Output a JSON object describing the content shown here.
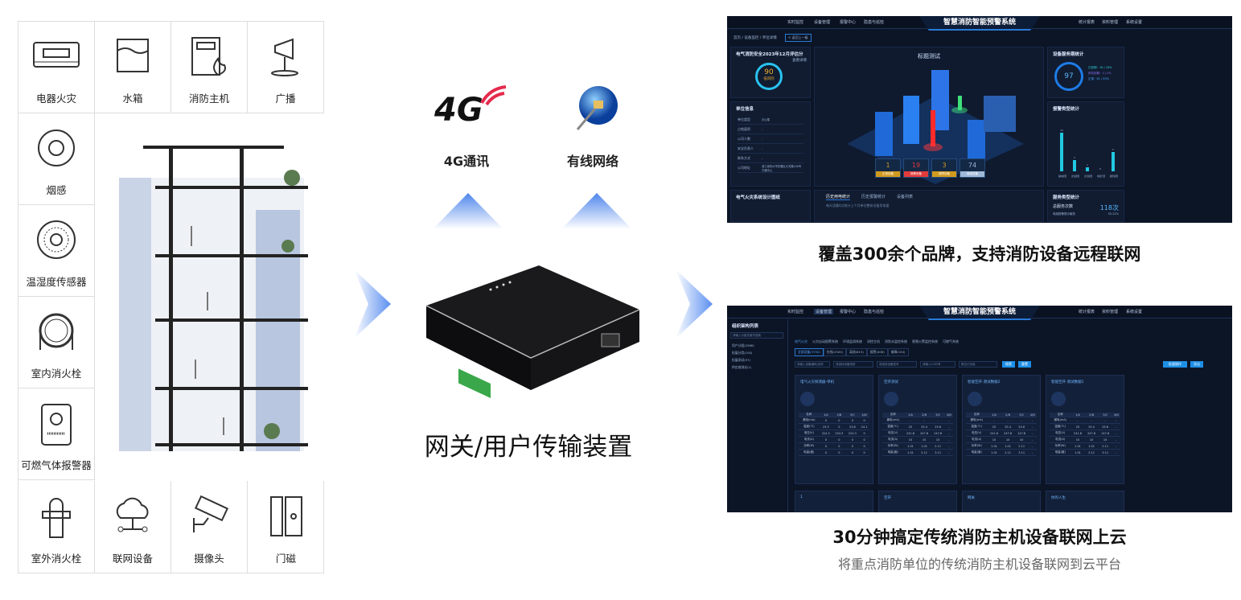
{
  "devices_top": [
    "电器火灾",
    "水箱",
    "消防主机",
    "广播"
  ],
  "devices_left": [
    "烟感",
    "温湿度传感器",
    "室内消火栓",
    "可燃气体报警器"
  ],
  "devices_bottom": [
    "室外消火栓",
    "联网设备",
    "摄像头",
    "门磁"
  ],
  "network": {
    "g4_logo": "4G",
    "g4_label": "4G通讯",
    "wired_label": "有线网络"
  },
  "gateway_label": "网关/用户传输装置",
  "dashboard1": {
    "title": "智慧消防智能预警系统",
    "nav_left": [
      "实时监控",
      "设备管理",
      "报警中心",
      "隐患与巡检"
    ],
    "nav_right": [
      "统计报表",
      "资料管理",
      "系统设置"
    ],
    "breadcrumb": "首页 / 设备监控 / 单位详情",
    "back": "< 返回上一级",
    "score_title": "电气消防安全2023年12月评估分",
    "score_link": "查看详情",
    "score": "90",
    "risk": "低风险",
    "center_title": "标题测试",
    "stats": [
      {
        "value": "1",
        "label": "正常设备",
        "color": "#d19a1e"
      },
      {
        "value": "19",
        "label": "报警设备",
        "color": "#e23b3b"
      },
      {
        "value": "3",
        "label": "故障设备",
        "color": "#d19a1e"
      },
      {
        "value": "74",
        "label": "离线设备",
        "color": "#9fb8d8"
      }
    ],
    "unit_title": "单位信息",
    "unit_rows": [
      [
        "单位类型",
        "办公楼"
      ],
      [
        "占地面积",
        "-"
      ],
      [
        "公司人数",
        "-"
      ],
      [
        "安全负责人",
        "-"
      ],
      [
        "联系方式",
        "-"
      ],
      [
        "公司地址",
        "浙江省杭州市拱墅区大关路100号万通中心"
      ]
    ],
    "design_title": "电气火灾系统设计图纸",
    "tabs": [
      "历史用电统计",
      "历史报警统计",
      "设备列表"
    ],
    "tab_note": "每天凌晨4点统计上个月单位整体设备用电量",
    "ring_title": "设备服务期统计",
    "ring_value": "97",
    "ring_legend": [
      "已到期：16 / 16%",
      "即将到期：0 / 0%",
      "正常：81 / 83%"
    ],
    "alarm_title": "报警类型统计",
    "alarm_bars": [
      {
        "label": "漏电报警",
        "value": 10
      },
      {
        "label": "过温报警",
        "value": 3
      },
      {
        "label": "过流报警",
        "value": 1
      },
      {
        "label": "电弧告警",
        "value": 0
      },
      {
        "label": "故障报警",
        "value": 5
      }
    ],
    "service_title": "服务类型统计",
    "service_label": "总服务次数",
    "service_value": "118次",
    "service_item": "电磁报警提示服务",
    "service_pct": "55.22%"
  },
  "caption1": "覆盖300余个品牌，支持消防设备远程联网",
  "dashboard2": {
    "title": "智慧消防智能预警系统",
    "nav_left": [
      "实时监控",
      "设备管理",
      "报警中心",
      "隐患与巡检"
    ],
    "nav_right": [
      "统计报表",
      "资料管理",
      "系统设置"
    ],
    "tree_title": "组织架构列表",
    "tree_search": "请输入分组关键字搜索",
    "tree": [
      "用户分组(2566)",
      "拓展分类(100)",
      "拓展测试(97)",
      "供应商测试(1)"
    ],
    "tabs": [
      "电气火灾",
      "火灾自动报警系统",
      "环境监测系统",
      "消控主机",
      "消防水监控系统",
      "视频火警监控系统",
      "可燃气系统"
    ],
    "filters": [
      "全部设备(3750)",
      "在线(2500)",
      "离线(615)",
      "报警(406)",
      "故障(150)"
    ],
    "inputs": [
      "请输入设备编码/名称",
      "请选择设备类型",
      "请选择设备型号",
      "请输入CCID号",
      "是否已安装"
    ],
    "search": "搜索",
    "reset": "重置",
    "batch": "批量操作",
    "export": "导出",
    "cards": [
      {
        "name": "电气火灾探测器-单机",
        "cols": [
          "名称",
          "1/A",
          "2/B",
          "3/C",
          "4/N"
        ],
        "rows": [
          [
            "漏电(mA)",
            "0",
            "0",
            "0",
            "0"
          ],
          [
            "温度(℃)",
            "23.5",
            "0",
            "23.8",
            "24.1"
          ],
          [
            "电压(V)",
            "224.2",
            "224.3",
            "224.3",
            "0"
          ],
          [
            "电流(A)",
            "0",
            "0",
            "0",
            "0"
          ],
          [
            "功率(W)",
            "0",
            "0",
            "0",
            "0"
          ],
          [
            "电量(度)",
            "0",
            "0",
            "0",
            "0"
          ]
        ]
      },
      {
        "name": "空开测试",
        "cols": [
          "名称",
          "1/A",
          "2/B",
          "3/C",
          "4/N"
        ],
        "rows": [
          [
            "漏电(mA)",
            "-",
            "-",
            "-",
            "-"
          ],
          [
            "温度(℃)",
            "25",
            "25.4",
            "25.6",
            "-"
          ],
          [
            "电压(V)",
            "241.8",
            "247.8",
            "147.8",
            "-"
          ],
          [
            "电流(A)",
            "10",
            "10",
            "10",
            "-"
          ],
          [
            "功率(W)",
            "1.01",
            "1.01",
            "2.11",
            "-"
          ],
          [
            "电量(度)",
            "1.01",
            "2.11",
            "3.11",
            "-"
          ]
        ]
      },
      {
        "name": "智能空开-测试数据2",
        "cols": [
          "名称",
          "1/A",
          "2/B",
          "3/C",
          "4/N"
        ],
        "rows": [
          [
            "漏电(mA)",
            "-",
            "-",
            "-",
            "-"
          ],
          [
            "温度(℃)",
            "25",
            "25.4",
            "25.6",
            "-"
          ],
          [
            "电压(V)",
            "241.6",
            "247.8",
            "147.8",
            "-"
          ],
          [
            "电流(A)",
            "10",
            "10",
            "10",
            "-"
          ],
          [
            "功率(W)",
            "1.01",
            "1.01",
            "2.11",
            "-"
          ],
          [
            "电量(度)",
            "1.01",
            "2.11",
            "3.11",
            "-"
          ]
        ]
      },
      {
        "name": "智能空开-测试数据1",
        "cols": [
          "名称",
          "1/A",
          "2/B",
          "3/C",
          "4/N"
        ],
        "rows": [
          [
            "漏电(mA)",
            "-",
            "-",
            "-",
            "-"
          ],
          [
            "温度(℃)",
            "25",
            "25.4",
            "25.6",
            "-"
          ],
          [
            "电压(V)",
            "241.8",
            "247.8",
            "147.8",
            "-"
          ],
          [
            "电流(A)",
            "10",
            "10",
            "10",
            "-"
          ],
          [
            "功率(W)",
            "1.01",
            "1.01",
            "2.11",
            "-"
          ],
          [
            "电量(度)",
            "1.01",
            "2.11",
            "3.11",
            "-"
          ]
        ]
      }
    ],
    "cards_row2": [
      "1",
      "空开",
      "网关",
      "你的人生"
    ]
  },
  "caption2": "30分钟搞定传统消防主机设备联网上云",
  "subcaption2": "将重点消防单位的传统消防主机设备联网到云平台"
}
